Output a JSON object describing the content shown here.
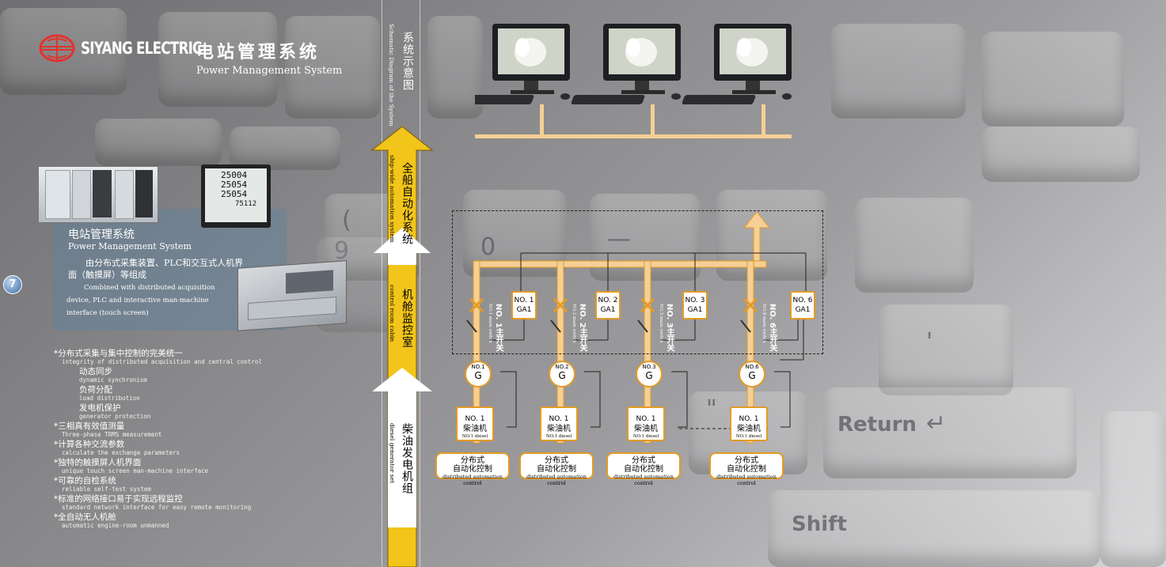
{
  "brand": {
    "name": "SIYANG ELECTRIC",
    "logo_icon": "siyang-logo-icon"
  },
  "title": {
    "cn": "电站管理系统",
    "en": "Power Management System"
  },
  "page_badge": "7",
  "keyboard": {
    "return_label": "Return",
    "shift_label": "Shift",
    "keys": [
      "(",
      "9",
      "0",
      "—",
      "\"",
      "'"
    ]
  },
  "panel": {
    "title_cn": "电站管理系统",
    "title_en": "Power Management System",
    "desc_cn": "由分布式采集装置、PLC和交互式人机界面（触摸屏）等组成",
    "desc_en": "Combined with distributed acquisition device, PLC and interactive man-machine interface (touch screen)",
    "meter_readings": [
      "25004",
      "25054",
      "25054",
      "75112"
    ]
  },
  "features": [
    {
      "cn": "*分布式采集与集中控制的完美统一",
      "en": "integrity of distributed acquisition and central control",
      "level": 0
    },
    {
      "cn": "动态同步",
      "en": "dynamic synchronism",
      "level": 1
    },
    {
      "cn": "负荷分配",
      "en": "load distribution",
      "level": 1
    },
    {
      "cn": "发电机保护",
      "en": "generator protection",
      "level": 1
    },
    {
      "cn": "*三相真有效值测量",
      "en": "Three-phase TRMS measurement",
      "level": 0
    },
    {
      "cn": "*计算各种交流参数",
      "en": "calculate the exchange parameters",
      "level": 0
    },
    {
      "cn": "*独特的触摸屏人机界面",
      "en": "unique touch screen man-machine interface",
      "level": 0
    },
    {
      "cn": "*可靠的自检系统",
      "en": "reliable self-test system",
      "level": 0
    },
    {
      "cn": "*标准的网络接口易于实现远程监控",
      "en": "standard network interface for easy remote monitoring",
      "level": 0
    },
    {
      "cn": "*全自动无人机舱",
      "en": "automatic engine-room unmanned",
      "level": 0
    }
  ],
  "schematic_title": {
    "cn": "系统示意图",
    "en": "Schematic Diagram of the System"
  },
  "levels": [
    {
      "cn": "全船自动化系统",
      "en": "ship-wide automation system"
    },
    {
      "cn": "机舱监控室",
      "en": "control room cabin"
    },
    {
      "cn": "柴油发电机组",
      "en": "diesel generator set"
    }
  ],
  "units": [
    {
      "switch_cn": "NO. 1主开关",
      "switch_en": "NO.1 main switch",
      "ga_line1": "NO. 1",
      "ga_line2": "GA1",
      "gen_no": "NO.1",
      "gen_symbol": "G",
      "diesel_line1": "NO. 1",
      "diesel_cn": "柴油机",
      "diesel_en": "NO.1 diesel",
      "dist_cn1": "分布式",
      "dist_cn2": "自动化控制",
      "dist_en": "distributed automation control"
    },
    {
      "switch_cn": "NO. 2主开关",
      "switch_en": "NO.2 main switch",
      "ga_line1": "NO. 2",
      "ga_line2": "GA1",
      "gen_no": "NO.2",
      "gen_symbol": "G",
      "diesel_line1": "NO. 1",
      "diesel_cn": "柴油机",
      "diesel_en": "NO.1 diesel",
      "dist_cn1": "分布式",
      "dist_cn2": "自动化控制",
      "dist_en": "distributed automation control"
    },
    {
      "switch_cn": "NO. 3主开关",
      "switch_en": "NO.3 main switch",
      "ga_line1": "NO. 3",
      "ga_line2": "GA1",
      "gen_no": "NO.3",
      "gen_symbol": "G",
      "diesel_line1": "NO. 1",
      "diesel_cn": "柴油机",
      "diesel_en": "NO.1 diesel",
      "dist_cn1": "分布式",
      "dist_cn2": "自动化控制",
      "dist_en": "distributed automation control"
    },
    {
      "switch_cn": "NO. 6主开关",
      "switch_en": "NO.4 main switch",
      "ga_line1": "NO. 6",
      "ga_line2": "GA1",
      "gen_no": "NO.6",
      "gen_symbol": "G",
      "diesel_line1": "NO. 1",
      "diesel_cn": "柴油机",
      "diesel_en": "NO.1 diesel",
      "dist_cn1": "分布式",
      "dist_cn2": "自动化控制",
      "dist_en": "distributed automation control"
    }
  ],
  "colors": {
    "orange": "#e39b25",
    "bus": "#f5cf95",
    "arrow_yellow": "#f2c51a"
  }
}
